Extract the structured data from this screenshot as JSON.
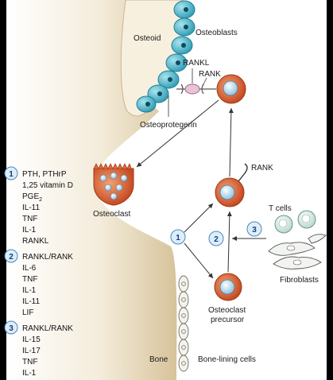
{
  "labels": {
    "osteoid": "Osteoid",
    "osteoblasts": "Osteoblasts",
    "rankl": "RANKL",
    "rank_top": "RANK",
    "osteoprotegerin": "Osteoprotegerin",
    "rank_right": "RANK",
    "osteoclast": "Osteoclast",
    "t_cells": "T cells",
    "fibroblasts": "Fibroblasts",
    "precursor_line1": "Osteoclast",
    "precursor_line2": "precursor",
    "bone": "Bone",
    "bone_lining": "Bone-lining cells"
  },
  "circle_numbers": [
    "1",
    "2",
    "3"
  ],
  "groups": [
    {
      "number": "1",
      "items": [
        "PTH, PTHrP",
        "1,25 vitamin D",
        "PGE",
        "IL-11",
        "TNF",
        "IL-1",
        "RANKL"
      ],
      "pge_subscript": "2"
    },
    {
      "number": "2",
      "items": [
        "RANKL/RANK",
        "IL-6",
        "TNF",
        "IL-1",
        "IL-11",
        "LIF"
      ]
    },
    {
      "number": "3",
      "items": [
        "RANKL/RANK",
        "IL-15",
        "IL-17",
        "TNF",
        "IL-1"
      ]
    }
  ],
  "colors": {
    "bone_gradient_start": "#ffffff",
    "bone_gradient_end": "#d8c6a0",
    "osteoblast": "#48b4c8",
    "red_cell": "#d85a30",
    "number_badge": "#9ecbe8"
  }
}
